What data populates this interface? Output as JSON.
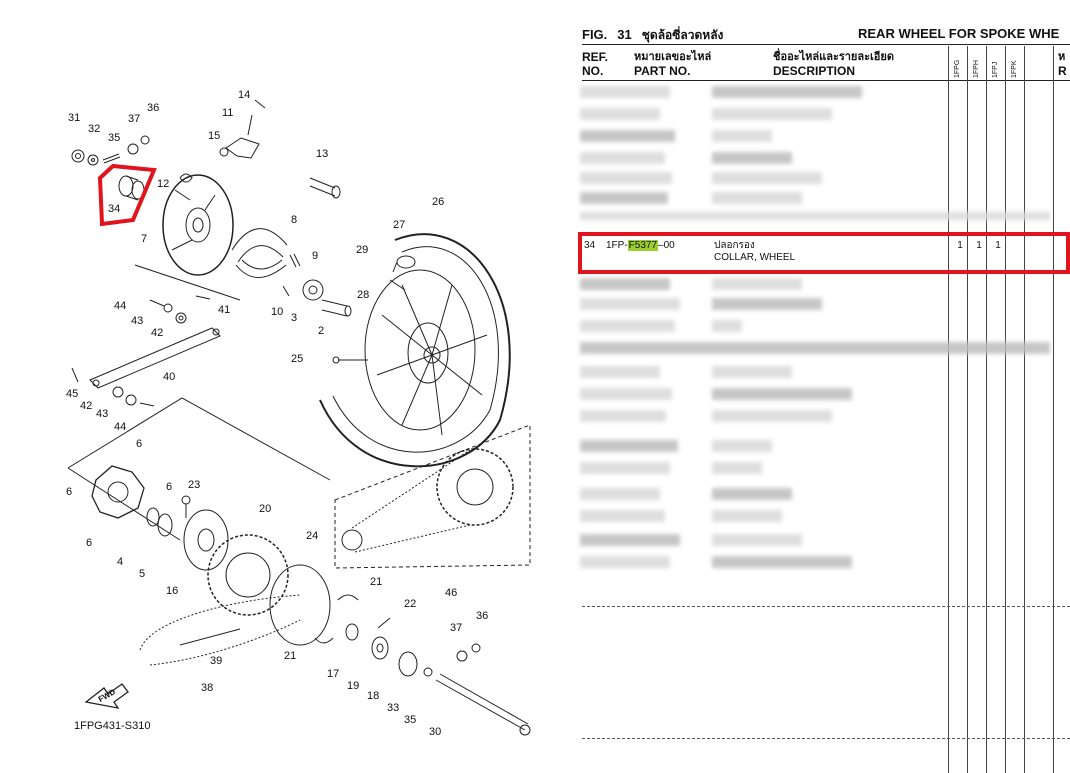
{
  "diagram": {
    "code": "1FPG431-S310",
    "fwd_label": "FWD",
    "callouts": [
      {
        "id": "c31",
        "text": "31"
      },
      {
        "id": "c32",
        "text": "32"
      },
      {
        "id": "c35",
        "text": "35"
      },
      {
        "id": "c37",
        "text": "37"
      },
      {
        "id": "c36",
        "text": "36"
      },
      {
        "id": "c34",
        "text": "34"
      },
      {
        "id": "c11",
        "text": "11"
      },
      {
        "id": "c14",
        "text": "14"
      },
      {
        "id": "c15",
        "text": "15"
      },
      {
        "id": "c12",
        "text": "12"
      },
      {
        "id": "c13",
        "text": "13"
      },
      {
        "id": "c7",
        "text": "7"
      },
      {
        "id": "c8",
        "text": "8"
      },
      {
        "id": "c9",
        "text": "9"
      },
      {
        "id": "c10",
        "text": "10"
      },
      {
        "id": "c3",
        "text": "3"
      },
      {
        "id": "c2",
        "text": "2"
      },
      {
        "id": "c27",
        "text": "27"
      },
      {
        "id": "c26",
        "text": "26"
      },
      {
        "id": "c29",
        "text": "29"
      },
      {
        "id": "c28",
        "text": "28"
      },
      {
        "id": "c25",
        "text": "25"
      },
      {
        "id": "c44a",
        "text": "44"
      },
      {
        "id": "c41",
        "text": "41"
      },
      {
        "id": "c43a",
        "text": "43"
      },
      {
        "id": "c42a",
        "text": "42"
      },
      {
        "id": "c40",
        "text": "40"
      },
      {
        "id": "c45",
        "text": "45"
      },
      {
        "id": "c42b",
        "text": "42"
      },
      {
        "id": "c43b",
        "text": "43"
      },
      {
        "id": "c44b",
        "text": "44"
      },
      {
        "id": "c6a",
        "text": "6"
      },
      {
        "id": "c6b",
        "text": "6"
      },
      {
        "id": "c6c",
        "text": "6"
      },
      {
        "id": "c6d",
        "text": "6"
      },
      {
        "id": "c23",
        "text": "23"
      },
      {
        "id": "c20",
        "text": "20"
      },
      {
        "id": "c4",
        "text": "4"
      },
      {
        "id": "c5",
        "text": "5"
      },
      {
        "id": "c16",
        "text": "16"
      },
      {
        "id": "c24",
        "text": "24"
      },
      {
        "id": "c46",
        "text": "46"
      },
      {
        "id": "c21a",
        "text": "21"
      },
      {
        "id": "c22",
        "text": "22"
      },
      {
        "id": "c21b",
        "text": "21"
      },
      {
        "id": "c36b",
        "text": "36"
      },
      {
        "id": "c37b",
        "text": "37"
      },
      {
        "id": "c17",
        "text": "17"
      },
      {
        "id": "c19",
        "text": "19"
      },
      {
        "id": "c18",
        "text": "18"
      },
      {
        "id": "c33",
        "text": "33"
      },
      {
        "id": "c35b",
        "text": "35"
      },
      {
        "id": "c30",
        "text": "30"
      },
      {
        "id": "c39",
        "text": "39"
      },
      {
        "id": "c38",
        "text": "38"
      }
    ]
  },
  "parts": {
    "fig_label": "FIG.",
    "fig_number": "31",
    "fig_title_th": "ชุดล้อซี่ลวดหลัง",
    "fig_title_en": "REAR WHEEL FOR SPOKE WHE",
    "headers": {
      "ref_line1": "REF.",
      "ref_line2": "NO.",
      "part_th": "หมายเลขอะไหล่",
      "part_en": "PART NO.",
      "desc_th": "ชื่ออะไหล่และรายละเอียด",
      "desc_en": "DESCRIPTION",
      "models": [
        "1FPG",
        "1FPH",
        "1FPJ",
        "1FPK"
      ],
      "rem_th": "ห",
      "rem_en": "R"
    },
    "highlighted_row": {
      "ref": "34",
      "part_prefix": "1FP-",
      "part_highlight": "F5377",
      "part_suffix": "–00",
      "desc_th": "ปลอกรอง",
      "desc_en": "COLLAR, WHEEL",
      "qty": [
        "1",
        "1",
        "1"
      ]
    }
  },
  "colors": {
    "highlight_box": "#e0141c",
    "search_highlight": "#9ccf2e"
  }
}
